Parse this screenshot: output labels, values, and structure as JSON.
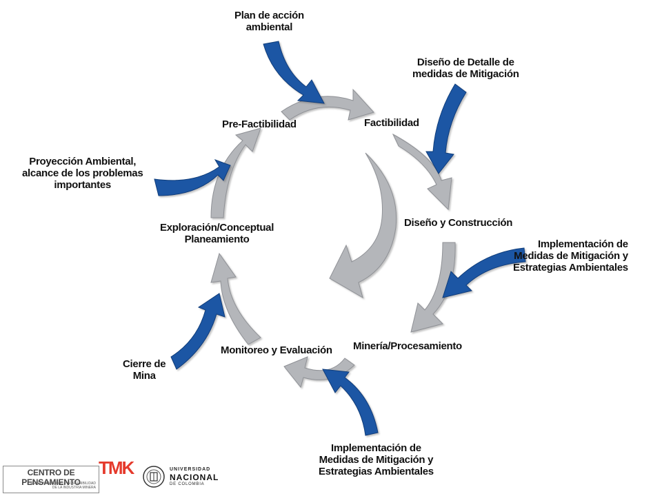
{
  "cycle": {
    "pre_factibilidad": "Pre-Factibilidad",
    "factibilidad": "Factibilidad",
    "diseno_construccion": "Diseño y Construcción",
    "mineria_procesamiento": "Minería/Procesamiento",
    "monitoreo_evaluacion": "Monitoreo y Evaluación",
    "exploracion": "Exploración/Conceptual\nPlaneamiento"
  },
  "inputs": {
    "plan_accion": "Plan de acción\nambiental",
    "diseno_detalle": "Diseño de Detalle de\nmedidas de Mitigación",
    "implementacion_derecha": "Implementación de\nMedidas de Mitigación y\nEstrategias Ambientales",
    "implementacion_abajo": "Implementación de\nMedidas de Mitigación y\nEstrategias Ambientales",
    "cierre_mina": "Cierre de\nMina",
    "proyeccion": "Proyección Ambiental,\nalcance de los problemas\nimportantes"
  },
  "footer": {
    "centro_title": "CENTRO DE PENSAMIENTO",
    "centro_sub1": "RESPONSABILIDAD Y SOSTENIBILIDAD",
    "centro_sub2": "DE LA INDUSTRIA MINERA",
    "tmk": "TMK",
    "unal_top": "UNIVERSIDAD",
    "unal_name": "NACIONAL",
    "unal_sub": "DE COLOMBIA"
  },
  "colors": {
    "cycle_arrow": "#b4b6ba",
    "input_arrow": "#1f57a4",
    "text": "#111111",
    "tmk_red": "#e53a2c"
  }
}
